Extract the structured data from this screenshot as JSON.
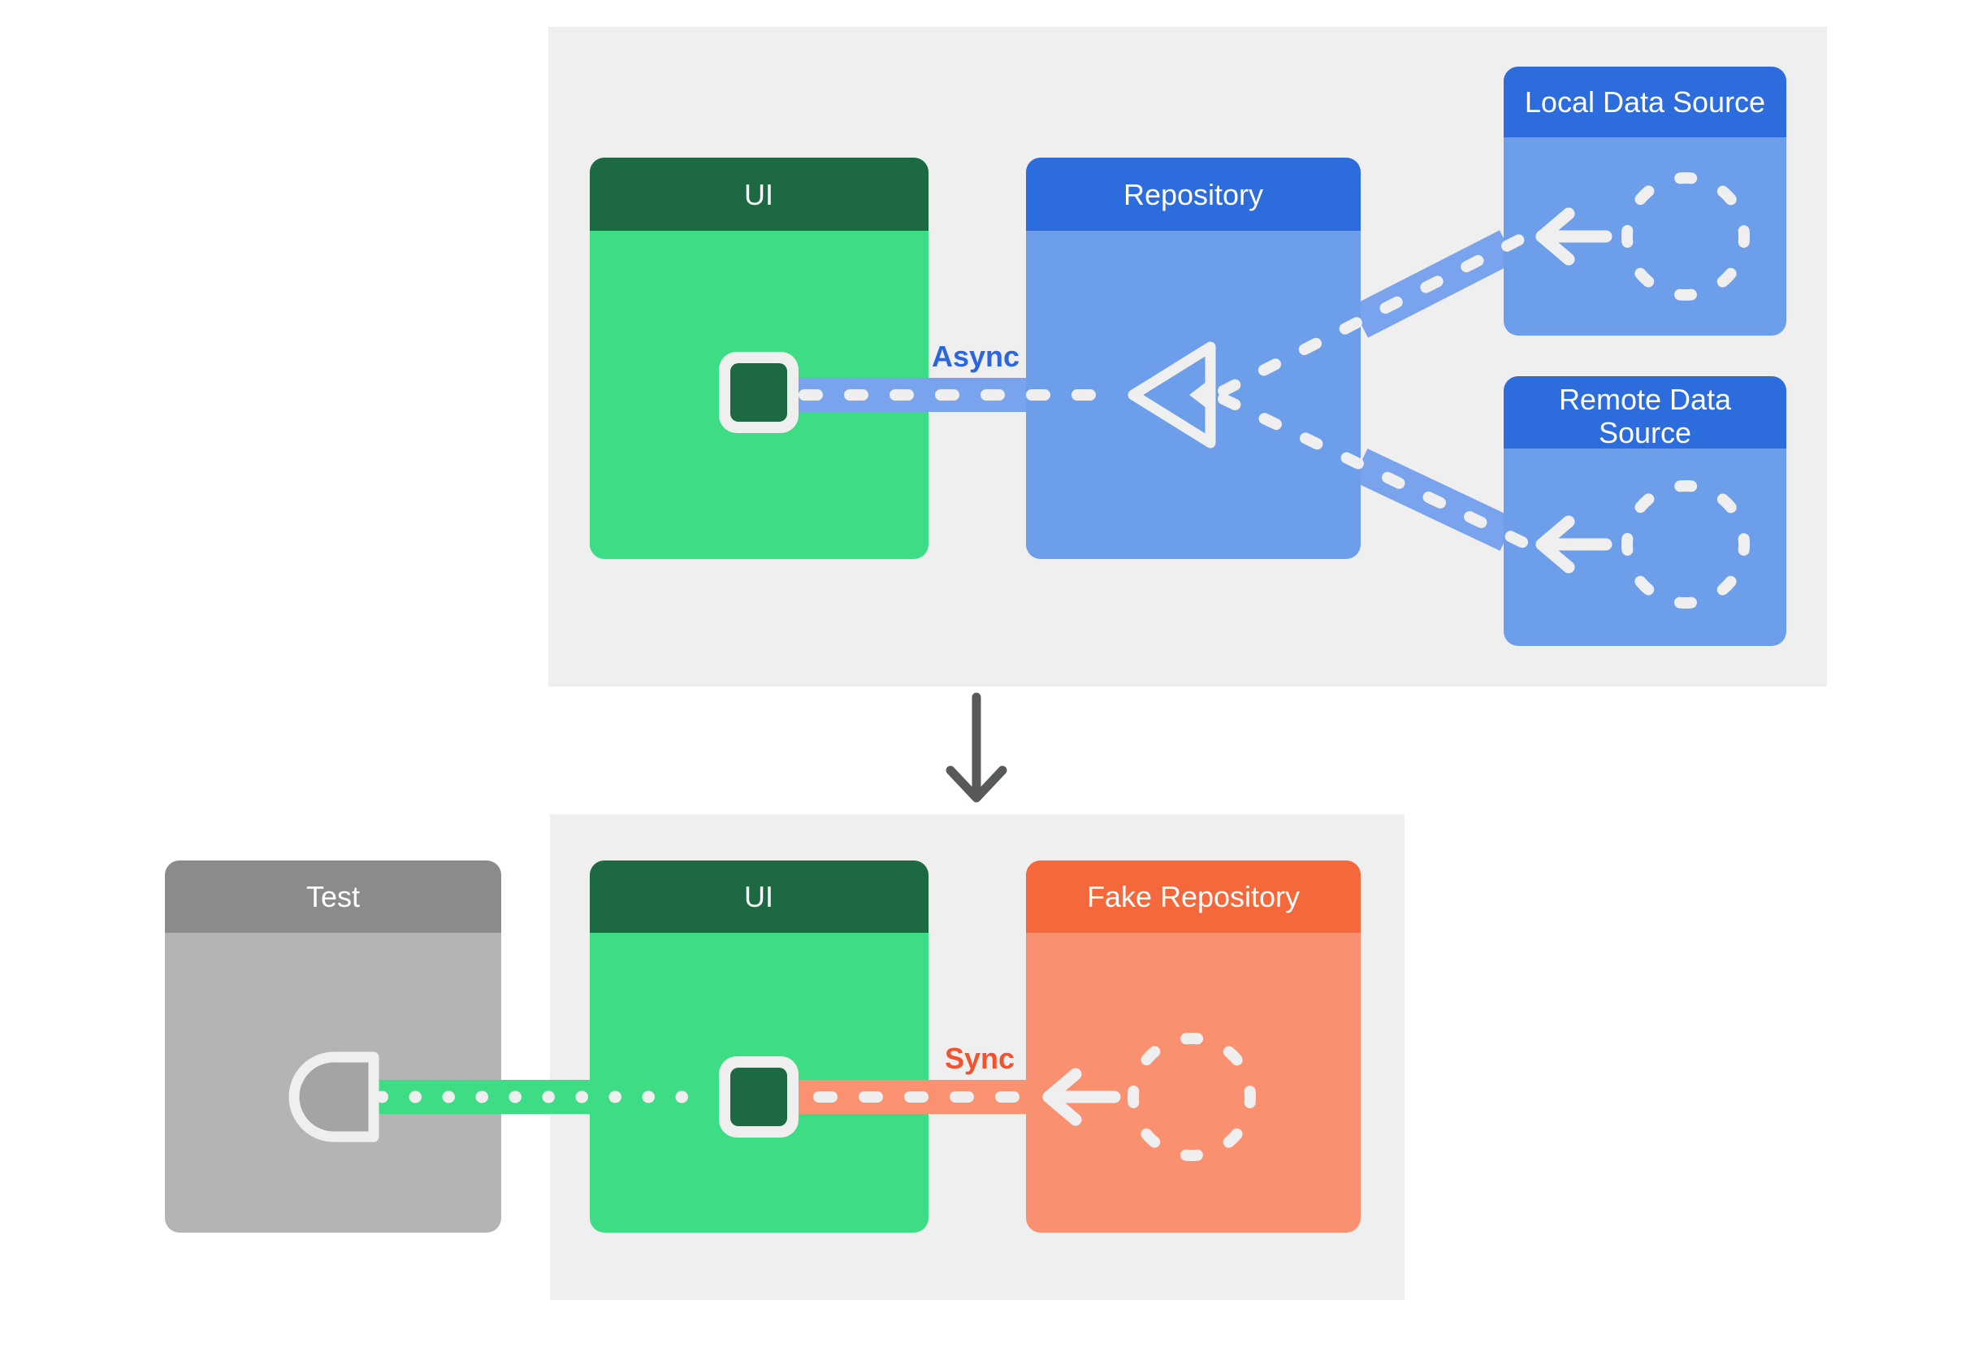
{
  "diagram": {
    "production": {
      "ui": {
        "title": "UI"
      },
      "repository": {
        "title": "Repository"
      },
      "local_data_source": {
        "title": "Local Data Source"
      },
      "remote_data_source": {
        "title_line1": "Remote Data",
        "title_line2": "Source"
      },
      "connection_label": "Async"
    },
    "test": {
      "test_runner": {
        "title": "Test"
      },
      "ui": {
        "title": "UI"
      },
      "fake_repository": {
        "title": "Fake Repository"
      },
      "connection_label": "Sync"
    }
  },
  "colors": {
    "page_bg": "#ffffff",
    "panel_bg": "#efefef",
    "green_header": "#1c6942",
    "green_body": "#3edc85",
    "blue_header": "#2d6cdd",
    "blue_body": "#6d9eea",
    "blue_band": "#79a3ed",
    "gray_header": "#8b8b8b",
    "gray_body": "#b4b4b4",
    "socket_fill": "#a4a4a4",
    "orange_header": "#f4683b",
    "orange_body": "#f99070",
    "orange_band": "#fa9170",
    "icon_stroke": "#efefef",
    "title_text": "#ffffff",
    "async_label": "#2b66dd",
    "sync_label": "#f1532d",
    "flow_arrow": "#58595a"
  }
}
